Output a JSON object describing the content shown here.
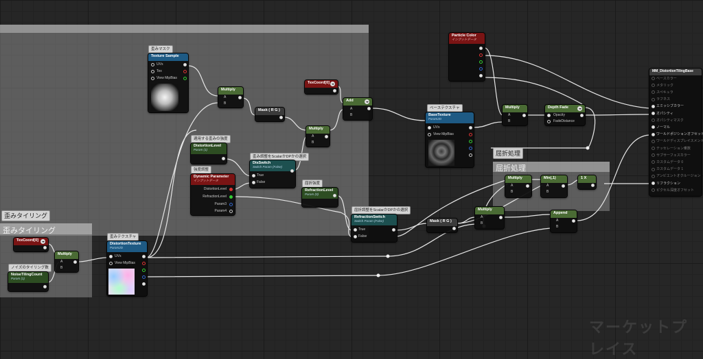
{
  "comments": {
    "main_area": "",
    "refraction": "屈折処理",
    "refraction_bubble": "屈折処理",
    "distortion_tiling": "歪みタイリング",
    "distortion_tiling_bubble": "歪みタイリング"
  },
  "bubbles": {
    "distortion_mask": "歪みマスク",
    "distortion_strength": "適用する歪みの強度",
    "strength_adjust": "強度調整",
    "switch_scalar_dp": "歪み調整をScalarかDPかの選択",
    "refraction_strength": "屈折強度",
    "refraction_switch": "屈折調整をScalarかDPかの選択",
    "base_texture": "ベーステクスチャ",
    "noise_tiling": "ノイズのタイリング数",
    "distortion_texture": "歪みテクスチャ"
  },
  "nodes": {
    "texture_sample": {
      "title": "Texture Sample",
      "pins": [
        "UVs",
        "Tex",
        "View MipBias"
      ]
    },
    "multiply_1": {
      "title": "Multiply",
      "pins": [
        "A",
        "B"
      ]
    },
    "mask_rg_1": {
      "title": "Mask ( R G )"
    },
    "texcoord_top": {
      "title": "TexCoord[0]"
    },
    "add": {
      "title": "Add",
      "pins": [
        "A",
        "B"
      ]
    },
    "multiply_2": {
      "title": "Multiply",
      "pins": [
        "A",
        "B"
      ]
    },
    "distortion_level": {
      "title": "DistortionLevel",
      "subtitle": "Param (1)"
    },
    "dis_switch": {
      "title": "DisSwitch",
      "subtitle": "Switch Param (False)",
      "pins": [
        "True",
        "False"
      ]
    },
    "dynamic_parameter": {
      "title": "Dynamic Parameter",
      "subtitle": "インプットデータ",
      "pins": [
        "DistortionLevel",
        "RefractionLevel",
        "Param3",
        "Param4"
      ]
    },
    "refraction_level": {
      "title": "RefractionLevel",
      "subtitle": "Param (0)"
    },
    "refraction_switch": {
      "title": "RefractionSwitch",
      "subtitle": "Switch Param (False)",
      "pins": [
        "True",
        "False"
      ]
    },
    "particle_color": {
      "title": "Particle Color",
      "subtitle": "インプットデータ"
    },
    "base_texture": {
      "title": "BaseTexture",
      "subtitle": "Param2D",
      "pins": [
        "UVs",
        "View MipBias"
      ]
    },
    "multiply_3": {
      "title": "Multiply",
      "pins": [
        "A",
        "B"
      ]
    },
    "depth_fade": {
      "title": "Depth Fade",
      "pins": [
        "Opacity",
        "FadeDistance"
      ]
    },
    "multiply_4": {
      "title": "Multiply",
      "pins": [
        "A",
        "B"
      ]
    },
    "min": {
      "title": "Min(,1)",
      "pins": [
        "A",
        "B"
      ]
    },
    "const_1x": {
      "title": "1 X"
    },
    "multiply_5": {
      "title": "Multiply",
      "pins": [
        "A",
        "B"
      ]
    },
    "mask_rg_2": {
      "title": "Mask ( R G )"
    },
    "append": {
      "title": "Append",
      "pins": [
        "A",
        "B"
      ]
    },
    "texcoord_left": {
      "title": "TexCoord[0]"
    },
    "multiply_6": {
      "title": "Multiply",
      "pins": [
        "A",
        "B"
      ]
    },
    "noise_tiling_count": {
      "title": "NoiseTilingCount",
      "subtitle": "Param (1)"
    },
    "distortion_texture": {
      "title": "DistortionTexture",
      "subtitle": "Param2D",
      "pins": [
        "UVs",
        "View MipBias"
      ]
    }
  },
  "result_node": {
    "title": "MM_DistortionTilingBase",
    "pins": [
      {
        "label": "ベースカラー",
        "active": false
      },
      {
        "label": "メタリック",
        "active": false
      },
      {
        "label": "スペキュラ",
        "active": false
      },
      {
        "label": "ラフネス",
        "active": false
      },
      {
        "label": "エミッシブカラー",
        "active": true
      },
      {
        "label": "オパシティ",
        "active": true
      },
      {
        "label": "オパシティマスク",
        "active": false
      },
      {
        "label": "ノーマル",
        "active": true
      },
      {
        "label": "ワールドポジションオフセット",
        "active": true
      },
      {
        "label": "ワールドディスプレイスメント",
        "active": false
      },
      {
        "label": "テッセレーション乗数",
        "active": false
      },
      {
        "label": "サブサーフェスカラー",
        "active": false
      },
      {
        "label": "カスタムデータ 0",
        "active": false
      },
      {
        "label": "カスタムデータ 1",
        "active": false
      },
      {
        "label": "アンビエントオクルージョン",
        "active": false
      },
      {
        "label": "リフラクション",
        "active": true
      },
      {
        "label": "ピクセル深度オフセット",
        "active": false
      }
    ]
  },
  "watermark": "マーケットプレイス",
  "colors": {
    "green_header": "#4a6b34",
    "dark_green_header": "#2d4d22",
    "red_header": "#7a1414",
    "blue_header": "#1e5a84",
    "teal_header": "#1d5050",
    "grey_header": "#3b3b3b"
  }
}
